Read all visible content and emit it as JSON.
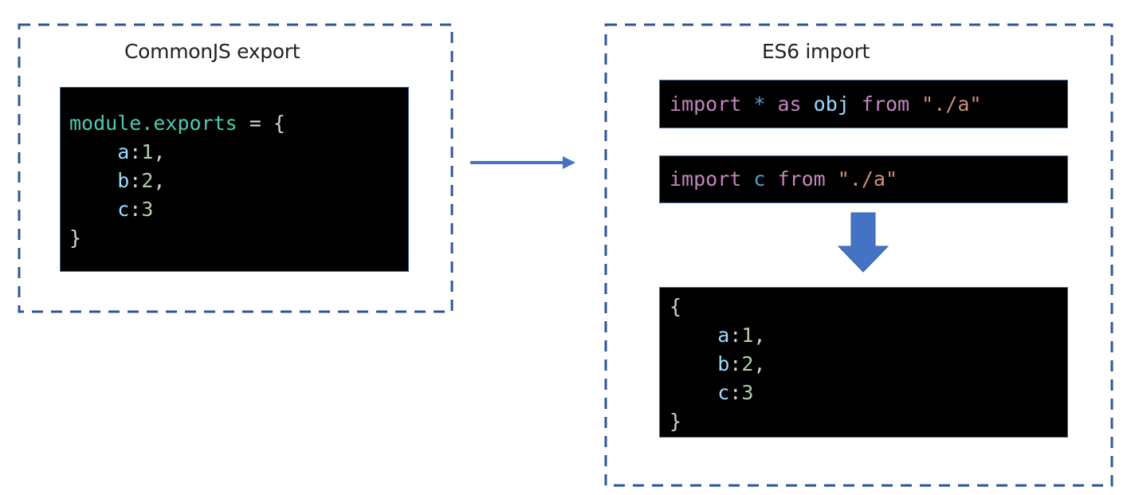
{
  "colors": {
    "dash_border": "#2f5597",
    "arrow": "#4472c4",
    "code_bg": "#000000",
    "keyword": "#c586c0",
    "property": "#9cdcfe",
    "identifier": "#4ec9b0",
    "number": "#b5cea8",
    "string": "#ce9178",
    "punctuation": "#d4d4d4"
  },
  "left_panel": {
    "title": "CommonJS export",
    "code": {
      "line1": {
        "ident": "module.exports",
        "op": " = {"
      },
      "props": [
        {
          "indent": "    ",
          "key": "a",
          "colon": ":",
          "value": "1",
          "comma": ","
        },
        {
          "indent": "    ",
          "key": "b",
          "colon": ":",
          "value": "2",
          "comma": ","
        },
        {
          "indent": "    ",
          "key": "c",
          "colon": ":",
          "value": "3",
          "comma": ""
        }
      ],
      "close": "}"
    }
  },
  "right_panel": {
    "title": "ES6 import",
    "import_all": {
      "kw_import": "import",
      "star": "*",
      "kw_as": "as",
      "name": "obj",
      "kw_from": "from",
      "source": "\"./a\""
    },
    "import_default": {
      "kw_import": "import",
      "name": "c",
      "kw_from": "from",
      "source": "\"./a\""
    },
    "result": {
      "open": "{",
      "props": [
        {
          "indent": "    ",
          "key": "a",
          "colon": ":",
          "value": "1",
          "comma": ","
        },
        {
          "indent": "    ",
          "key": "b",
          "colon": ":",
          "value": "2",
          "comma": ","
        },
        {
          "indent": "    ",
          "key": "c",
          "colon": ":",
          "value": "3",
          "comma": ""
        }
      ],
      "close": "}"
    }
  },
  "connectors": {
    "right_arrow": "arrow-right",
    "down_arrow": "arrow-down"
  }
}
